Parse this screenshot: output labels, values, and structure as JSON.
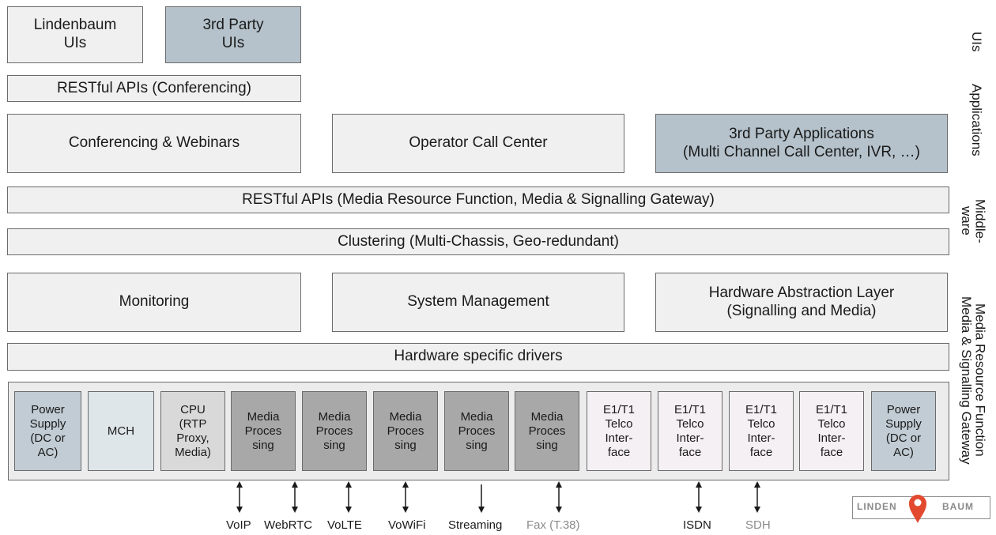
{
  "uis": {
    "lindenbaum": "Lindenbaum\nUIs",
    "third_party": "3rd Party\nUIs"
  },
  "apis_conferencing": "RESTful APIs (Conferencing)",
  "applications": {
    "conferencing": "Conferencing & Webinars",
    "operator": "Operator Call Center",
    "third_party": "3rd Party Applications\n(Multi Channel Call Center, IVR, …)"
  },
  "apis_media": "RESTful APIs (Media Resource Function, Media & Signalling Gateway)",
  "clustering": "Clustering (Multi-Chassis, Geo-redundant)",
  "mrf": {
    "monitoring": "Monitoring",
    "system_management": "System Management",
    "hal": "Hardware Abstraction Layer\n(Signalling and Media)"
  },
  "drivers": "Hardware specific drivers",
  "slots": [
    "Power\nSupply\n(DC or\nAC)",
    "MCH",
    "CPU\n(RTP\nProxy,\nMedia)",
    "Media\nProces\nsing",
    "Media\nProces\nsing",
    "Media\nProces\nsing",
    "Media\nProces\nsing",
    "Media\nProces\nsing",
    "E1/T1\nTelco\nInter-\nface",
    "E1/T1\nTelco\nInter-\nface",
    "E1/T1\nTelco\nInter-\nface",
    "E1/T1\nTelco\nInter-\nface",
    "Power\nSupply\n(DC or\nAC)"
  ],
  "interfaces": [
    "VoIP",
    "WebRTC",
    "VoLTE",
    "VoWiFi",
    "Streaming",
    "Fax (T.38)",
    "ISDN",
    "SDH"
  ],
  "side_labels": {
    "uis": "UIs",
    "applications": "Applications",
    "middleware": "Middle-\nware",
    "media": "Media Resource Function\nMedia & Signalling Gateway"
  },
  "logo": {
    "left": "LINDEN",
    "right": "BAUM",
    "pin_color": "#e2492f"
  }
}
